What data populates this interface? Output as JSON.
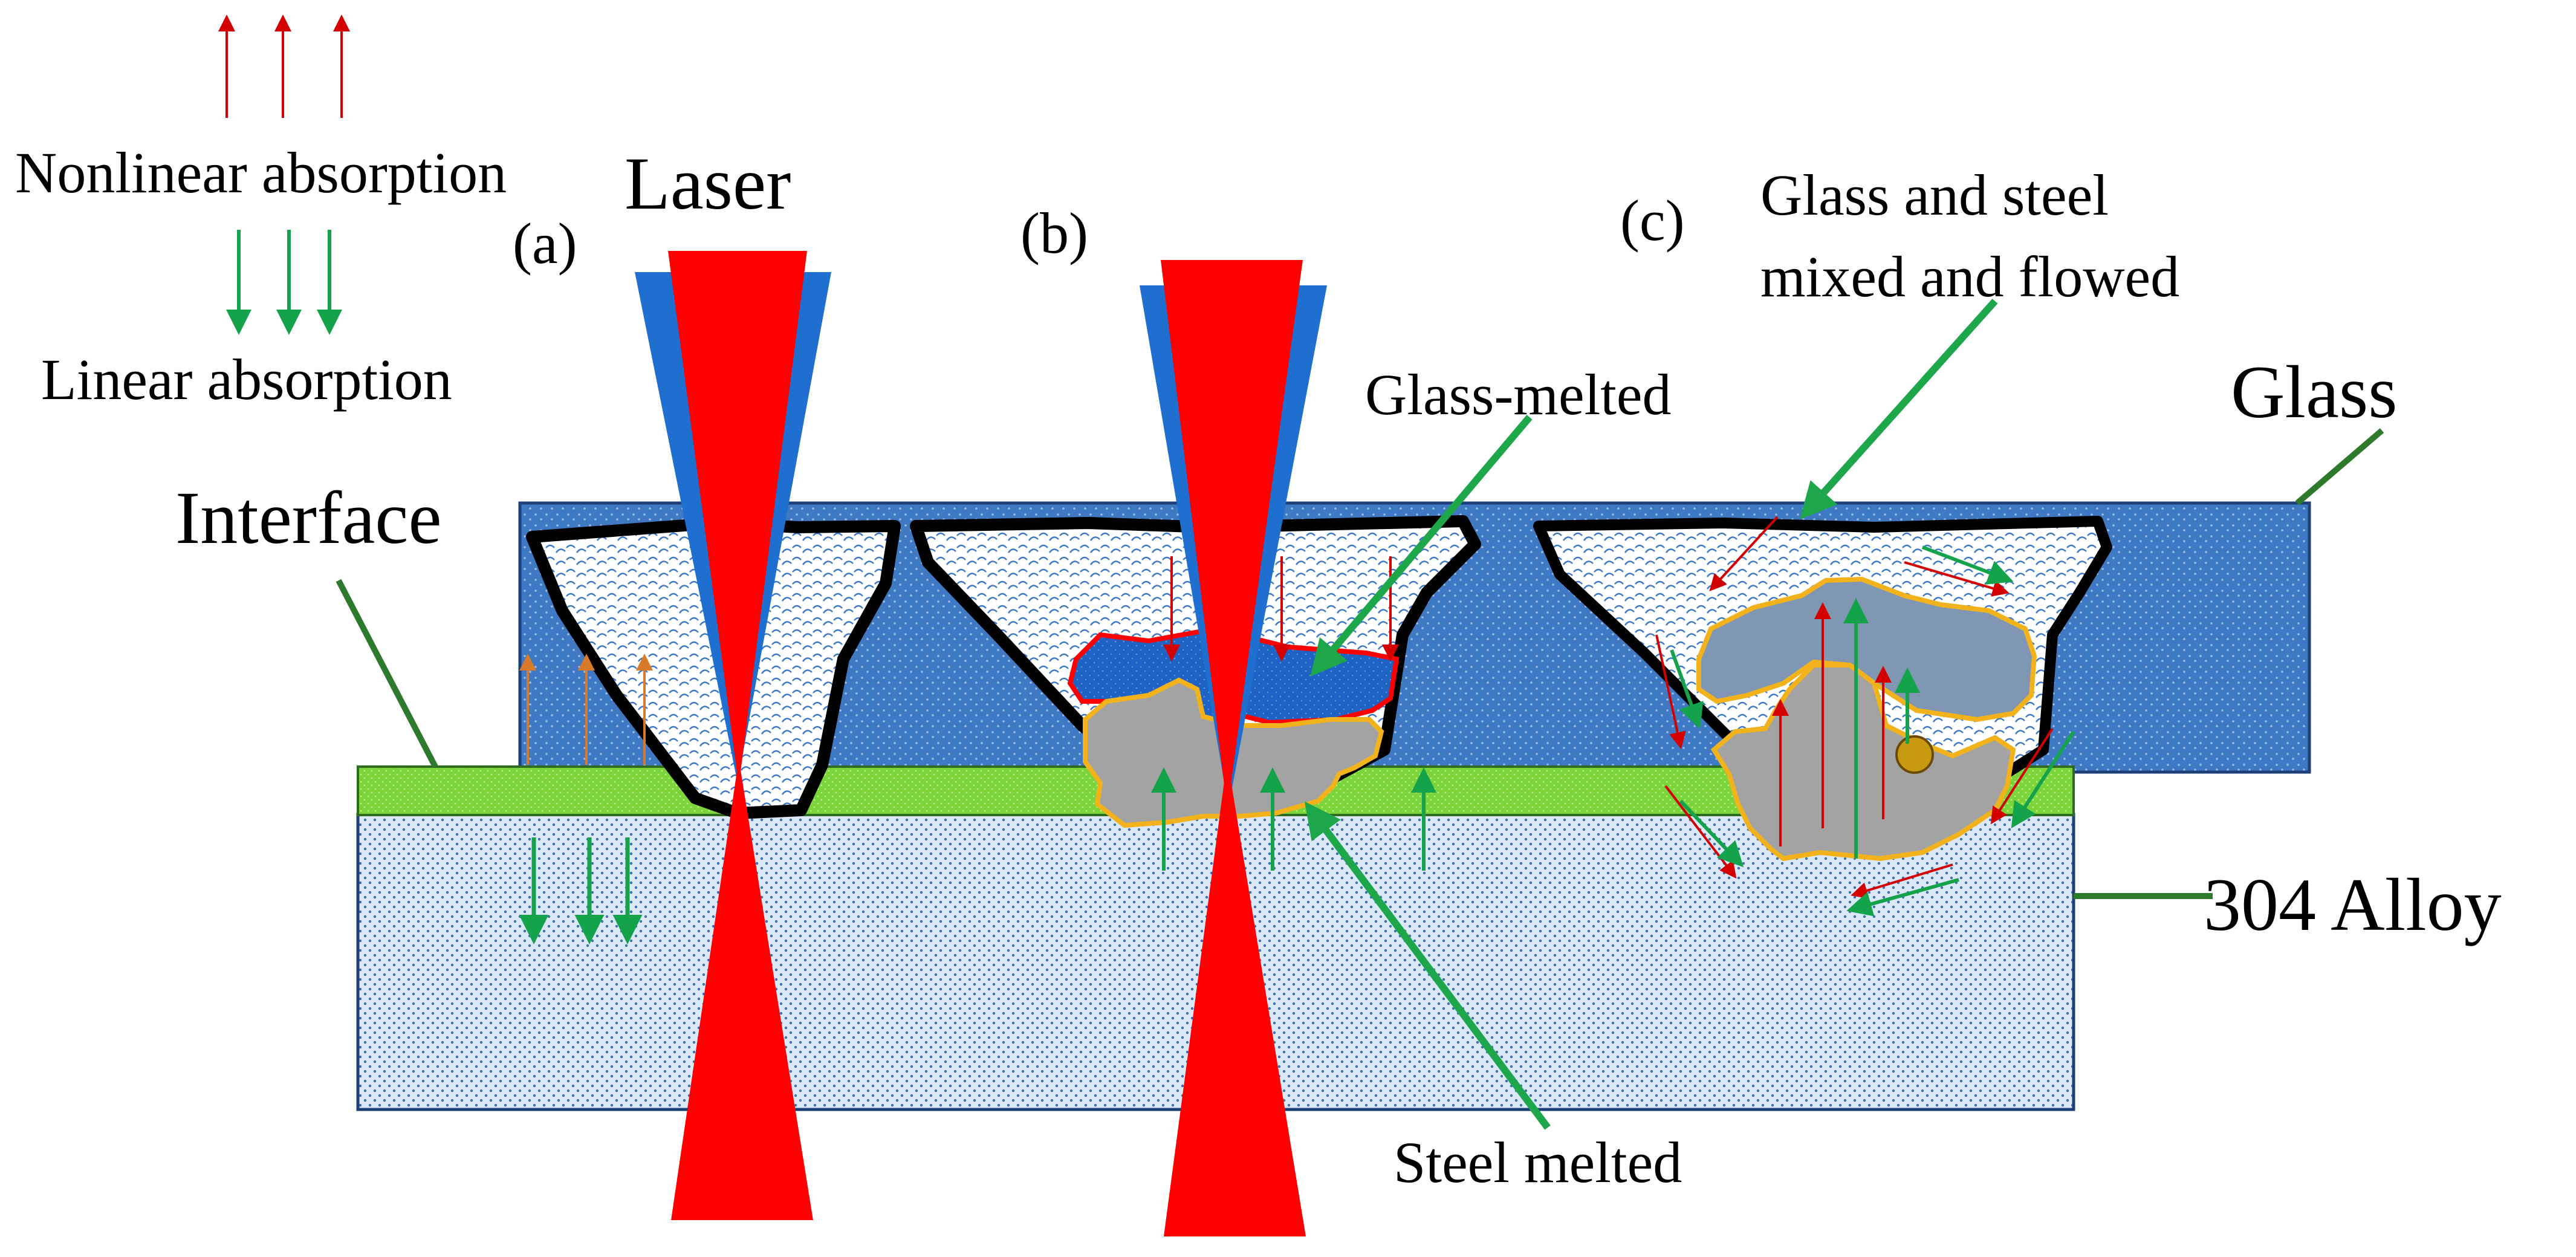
{
  "labels": {
    "legend_nonlinear": "Nonlinear absorption",
    "legend_linear": "Linear absorption",
    "laser": "Laser",
    "panel_a": "(a)",
    "panel_b": "(b)",
    "panel_c": "(c)",
    "interface": "Interface",
    "glass": "Glass",
    "alloy": "304 Alloy",
    "glass_melted": "Glass-melted",
    "steel_melted": "Steel melted",
    "mixed_line1": "Glass and steel",
    "mixed_line2": "mixed and flowed"
  },
  "colors": {
    "laser_red": "#ff0000",
    "beam_blue": "#1f6fd0",
    "glass_fill": "#3f78c3",
    "glass_melt_fill": "#1e63c4",
    "alloy_fill": "#a7c6ea",
    "interface_green": "#7bd43a",
    "steel_melt_gray": "#a3a3a3",
    "mixed_gray": "#7f97b3",
    "outline_red": "#ff0000",
    "outline_orange": "#f2b21b",
    "arrow_red": "#d40000",
    "arrow_green": "#14a24a",
    "arrow_orange": "#d97a2a",
    "leader_green": "#1ea64a",
    "label_leader_dark_green": "#2d7a2d",
    "bubble_fill": "#c79a10"
  },
  "icons": {
    "legend_red_arrows": "up-arrow-icon",
    "legend_green_arrows": "down-arrow-icon"
  }
}
